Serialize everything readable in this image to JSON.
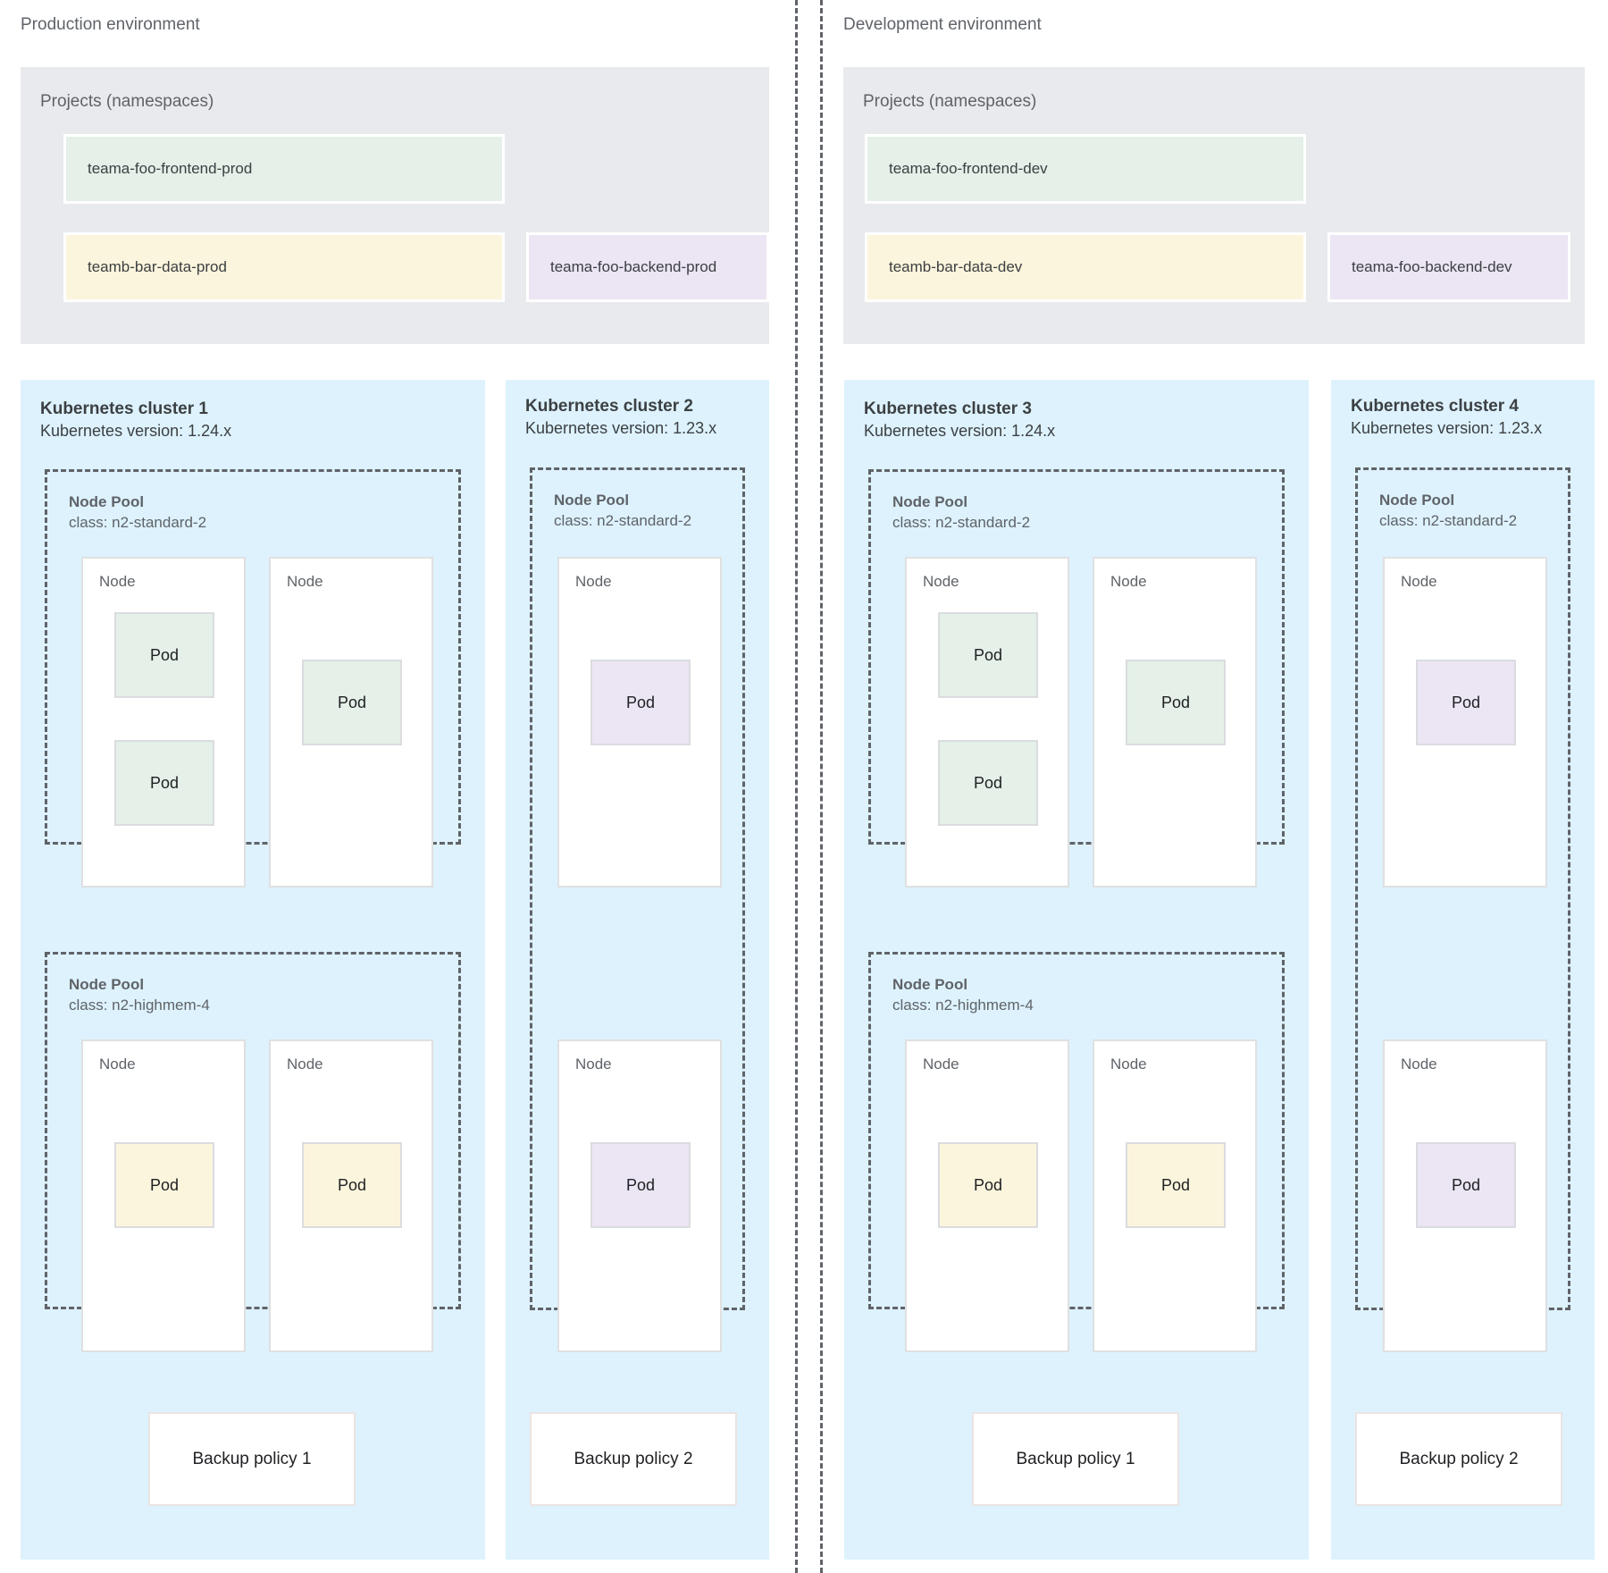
{
  "environments": [
    {
      "id": "production",
      "title": "Production environment",
      "projects": {
        "label": "Projects (namespaces)",
        "items": [
          {
            "name": "teama-foo-frontend-prod",
            "color": "#e4f0e8",
            "swatch": "green"
          },
          {
            "name": "teamb-bar-data-prod",
            "color": "#fcf5dd",
            "swatch": "yellow"
          },
          {
            "name": "teama-foo-backend-prod",
            "color": "#ece5f3",
            "swatch": "purple"
          }
        ]
      },
      "clusters": [
        {
          "name": "Kubernetes cluster 1",
          "version": "Kubernetes version: 1.24.x",
          "backup_policy": "Backup policy 1",
          "node_pools": [
            {
              "label": "Node Pool",
              "class": "class: n2-standard-2",
              "nodes": [
                {
                  "label": "Node",
                  "pods": [
                    {
                      "label": "Pod",
                      "swatch": "green"
                    },
                    {
                      "label": "Pod",
                      "swatch": "green"
                    }
                  ]
                },
                {
                  "label": "Node",
                  "pods": [
                    {
                      "label": "Pod",
                      "swatch": "green"
                    }
                  ]
                }
              ]
            },
            {
              "label": "Node Pool",
              "class": "class: n2-highmem-4",
              "nodes": [
                {
                  "label": "Node",
                  "pods": [
                    {
                      "label": "Pod",
                      "swatch": "yellow"
                    }
                  ]
                },
                {
                  "label": "Node",
                  "pods": [
                    {
                      "label": "Pod",
                      "swatch": "yellow"
                    }
                  ]
                }
              ]
            }
          ]
        },
        {
          "name": "Kubernetes cluster 2",
          "version": "Kubernetes version: 1.23.x",
          "backup_policy": "Backup policy 2",
          "node_pools": [
            {
              "label": "Node Pool",
              "class": "class: n2-standard-2",
              "nodes": [
                {
                  "label": "Node",
                  "pods": [
                    {
                      "label": "Pod",
                      "swatch": "purple"
                    }
                  ]
                },
                {
                  "label": "Node",
                  "pods": [
                    {
                      "label": "Pod",
                      "swatch": "purple"
                    }
                  ]
                }
              ]
            }
          ]
        }
      ]
    },
    {
      "id": "development",
      "title": "Development environment",
      "projects": {
        "label": "Projects (namespaces)",
        "items": [
          {
            "name": "teama-foo-frontend-dev",
            "color": "#e4f0e8",
            "swatch": "green"
          },
          {
            "name": "teamb-bar-data-dev",
            "color": "#fcf5dd",
            "swatch": "yellow"
          },
          {
            "name": "teama-foo-backend-dev",
            "color": "#ece5f3",
            "swatch": "purple"
          }
        ]
      },
      "clusters": [
        {
          "name": "Kubernetes cluster 3",
          "version": "Kubernetes version: 1.24.x",
          "backup_policy": "Backup policy 1",
          "node_pools": [
            {
              "label": "Node Pool",
              "class": "class: n2-standard-2",
              "nodes": [
                {
                  "label": "Node",
                  "pods": [
                    {
                      "label": "Pod",
                      "swatch": "green"
                    },
                    {
                      "label": "Pod",
                      "swatch": "green"
                    }
                  ]
                },
                {
                  "label": "Node",
                  "pods": [
                    {
                      "label": "Pod",
                      "swatch": "green"
                    }
                  ]
                }
              ]
            },
            {
              "label": "Node Pool",
              "class": "class: n2-highmem-4",
              "nodes": [
                {
                  "label": "Node",
                  "pods": [
                    {
                      "label": "Pod",
                      "swatch": "yellow"
                    }
                  ]
                },
                {
                  "label": "Node",
                  "pods": [
                    {
                      "label": "Pod",
                      "swatch": "yellow"
                    }
                  ]
                }
              ]
            }
          ]
        },
        {
          "name": "Kubernetes cluster 4",
          "version": "Kubernetes version: 1.23.x",
          "backup_policy": "Backup policy 2",
          "node_pools": [
            {
              "label": "Node Pool",
              "class": "class: n2-standard-2",
              "nodes": [
                {
                  "label": "Node",
                  "pods": [
                    {
                      "label": "Pod",
                      "swatch": "purple"
                    }
                  ]
                },
                {
                  "label": "Node",
                  "pods": [
                    {
                      "label": "Pod",
                      "swatch": "purple"
                    }
                  ]
                }
              ]
            }
          ]
        }
      ]
    }
  ],
  "colors": {
    "cluster_bg": "#ddf2fd",
    "projects_bg": "#e8eaed",
    "green": "#e4f0e8",
    "yellow": "#fcf5dd",
    "purple": "#ece5f3",
    "dashed_border": "#5f6368",
    "node_border": "#e0e0e0",
    "text": "#3c4043",
    "muted_text": "#5f6368"
  }
}
